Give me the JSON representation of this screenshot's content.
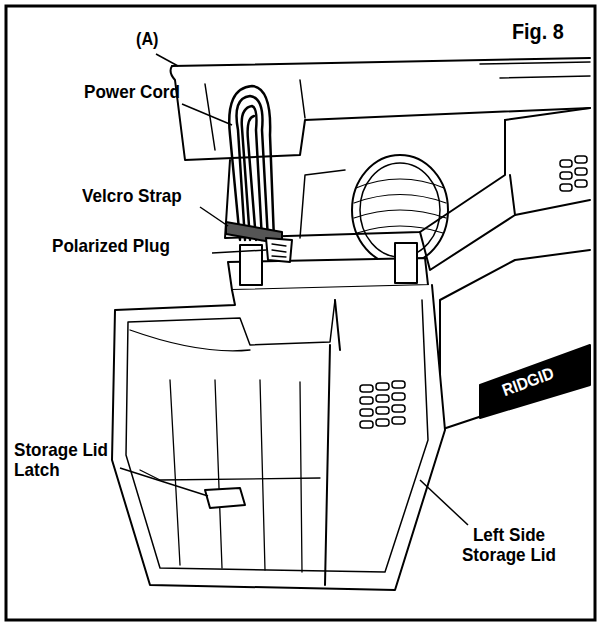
{
  "diagram": {
    "labels": [
      "(A)",
      "Fig. 8",
      "Power Cord",
      "Velcro Strap",
      "Polarized Plug",
      "Storage Lid Latch",
      "Left Side Storage Lid",
      "RIDGID"
    ]
  }
}
